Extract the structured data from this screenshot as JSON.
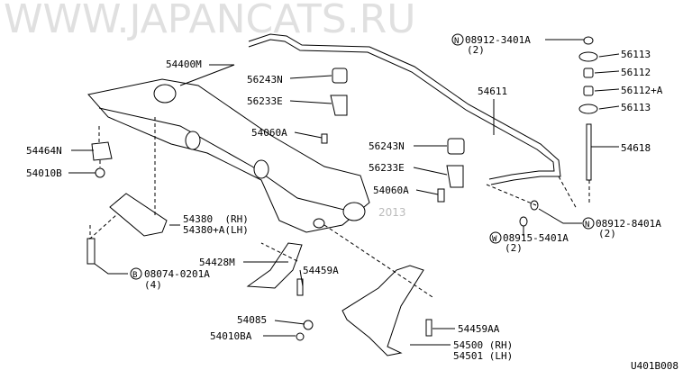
{
  "diagram_id": "U401B008",
  "watermark": {
    "text": "WWW.JAPANCATS.RU",
    "year": "2013"
  },
  "labels": {
    "crossmember": "54400M",
    "bushing_upper": "56243N",
    "clamp_upper": "56233E",
    "bolt_upper": "54060A",
    "stopper": "54464N",
    "nut_left": "54010B",
    "bushing_lower": "56243N",
    "clamp_lower": "56233E",
    "bolt_lower": "54060A",
    "stabilizer": "54611",
    "nut_top": {
      "prefix": "N",
      "part": "08912-3401A",
      "qty": "(2)"
    },
    "washer_top": "56113",
    "bushing_a": "56112",
    "bushing_b": "56112+A",
    "washer_bottom": "56113",
    "link_rod": "54618",
    "bracket_rh": "54380  (RH)",
    "bracket_lh": "54380+A(LH)",
    "member_rear": "54428M",
    "bolt_bracket": {
      "prefix": "B",
      "part": "08074-0201A",
      "qty": "(4)"
    },
    "bolt_member": "54459A",
    "washer_arm": "54085",
    "nut_arm": "54010BA",
    "washer_link": {
      "prefix": "W",
      "part": "08915-5401A",
      "qty": "(2)"
    },
    "nut_link": {
      "prefix": "N",
      "part": "08912-8401A",
      "qty": "(2)"
    },
    "bolt_arm": "54459AA",
    "arm_rh": "54500 (RH)",
    "arm_lh": "54501 (LH)"
  }
}
